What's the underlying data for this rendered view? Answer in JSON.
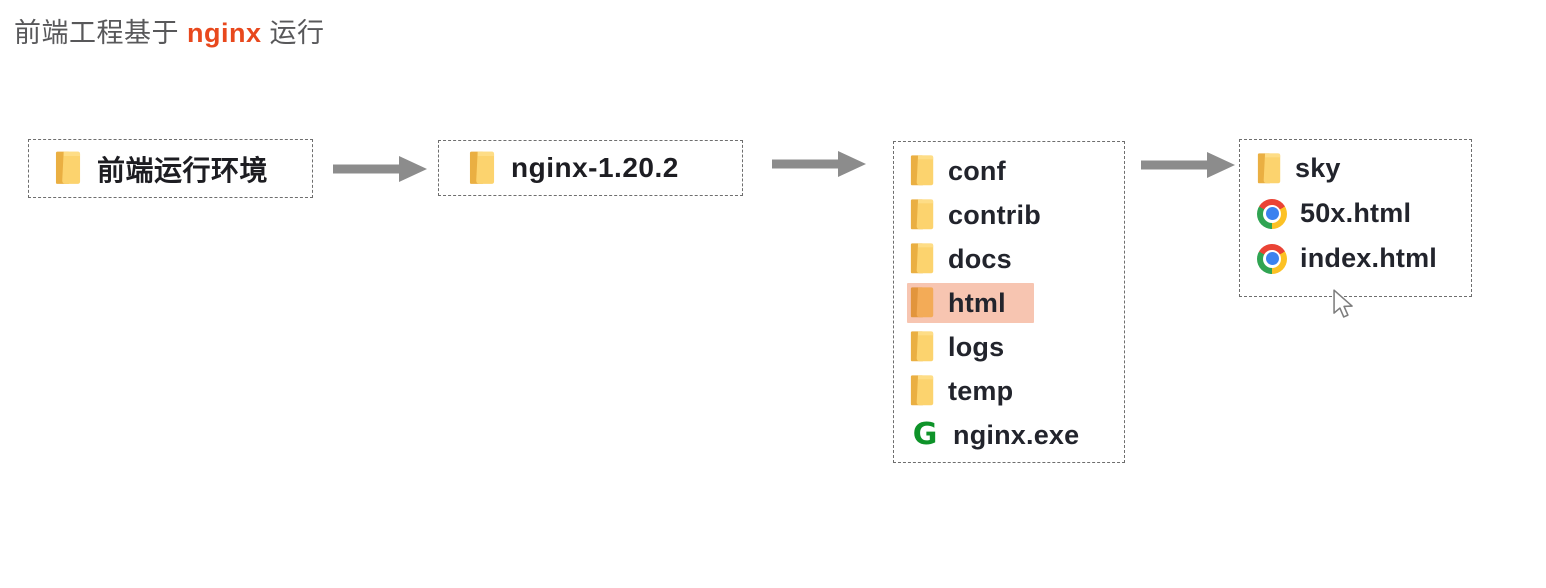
{
  "title": {
    "part1": "前端工程基于 ",
    "highlight": "nginx",
    "part2": " 运行"
  },
  "nodes": {
    "env": {
      "label": "前端运行环境",
      "icon": "folder-icon"
    },
    "root": {
      "label": "nginx-1.20.2",
      "icon": "folder-icon"
    },
    "nginx_contents": {
      "items": [
        {
          "label": "conf",
          "icon": "folder-icon",
          "highlighted": false
        },
        {
          "label": "contrib",
          "icon": "folder-icon",
          "highlighted": false
        },
        {
          "label": "docs",
          "icon": "folder-icon",
          "highlighted": false
        },
        {
          "label": "html",
          "icon": "folder-icon",
          "highlighted": true
        },
        {
          "label": "logs",
          "icon": "folder-icon",
          "highlighted": false
        },
        {
          "label": "temp",
          "icon": "folder-icon",
          "highlighted": false
        },
        {
          "label": "nginx.exe",
          "icon": "nginx-icon",
          "highlighted": false
        }
      ]
    },
    "html_contents": {
      "items": [
        {
          "label": "sky",
          "icon": "folder-icon"
        },
        {
          "label": "50x.html",
          "icon": "chrome-icon"
        },
        {
          "label": "index.html",
          "icon": "chrome-icon"
        }
      ]
    },
    "nginx_icon_letter": "G"
  },
  "colors": {
    "title_gray": "#58585a",
    "accent_red": "#e8481d",
    "text_dark": "#22242c",
    "arrow_gray": "#8c8c8c",
    "box_border": "#6e6e6e",
    "highlight_salmon": "#f7c5b1",
    "folder_front": "#fcd36e",
    "folder_back": "#eaaf42",
    "nginx_green": "#0e9329",
    "chrome_red": "#ea4335",
    "chrome_yellow": "#fcc124",
    "chrome_green": "#30a452",
    "chrome_blue": "#3b82ef"
  }
}
